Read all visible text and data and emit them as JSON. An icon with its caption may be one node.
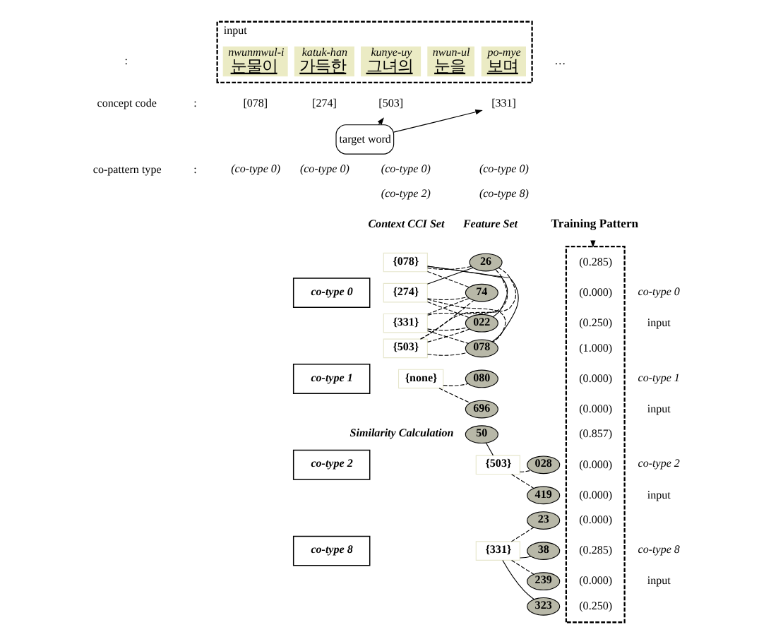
{
  "diagram": {
    "nodes": [
      {
        "text": [
          "input"
        ]
      },
      {
        "text": [
          "nwunmwul-i",
          "눈물이"
        ],
        "in": 0
      },
      {
        "text": [
          "katuk-han",
          "가득한"
        ],
        "in": 0
      },
      {
        "text": [
          "kunye-uy",
          "그녀의"
        ],
        "in": 0
      },
      {
        "text": [
          "nwun-ul",
          "눈을"
        ],
        "in": 0
      },
      {
        "text": [
          "po-mye",
          "보며"
        ],
        "in": 0
      },
      {
        "text": [
          "[078]"
        ]
      },
      {
        "text": [
          "[274]"
        ]
      },
      {
        "text": [
          "[503]"
        ]
      },
      {
        "text": [
          "target word"
        ]
      },
      {
        "text": [
          "[331]"
        ]
      },
      {
        "text": [
          "co-type 0"
        ]
      },
      {
        "text": [
          "{078}"
        ]
      },
      {
        "text": [
          "{274}"
        ]
      },
      {
        "text": [
          "{331}"
        ]
      },
      {
        "text": [
          "{503}"
        ]
      },
      {
        "text": [
          "co-type 1"
        ]
      },
      {
        "text": [
          "{none}"
        ]
      },
      {
        "text": [
          "co-type 2"
        ]
      },
      {
        "text": [
          "{503}"
        ]
      },
      {
        "text": [
          "co-type 8"
        ]
      },
      {
        "text": [
          "{331}"
        ]
      },
      {
        "text": [
          "26"
        ]
      },
      {
        "text": [
          "74"
        ]
      },
      {
        "text": [
          "022"
        ]
      },
      {
        "text": [
          "078"
        ]
      },
      {
        "text": [
          "080"
        ]
      },
      {
        "text": [
          "696"
        ]
      },
      {
        "text": [
          "50"
        ]
      },
      {
        "text": [
          "028"
        ]
      },
      {
        "text": [
          "419"
        ]
      },
      {
        "text": [
          "23"
        ]
      },
      {
        "text": [
          "38"
        ]
      },
      {
        "text": [
          "239"
        ]
      },
      {
        "text": [
          "323"
        ]
      },
      {
        "text": [
          "Training Pattern"
        ]
      },
      {
        "text": [],
        "shape": "box"
      },
      {
        "text": [
          "(0.285)"
        ],
        "in": 36
      },
      {
        "text": [
          "(0.000)"
        ],
        "in": 36
      },
      {
        "text": [
          "(0.250)"
        ],
        "in": 36
      },
      {
        "text": [
          "(1.000)"
        ],
        "in": 36
      },
      {
        "text": [
          "(0.000)"
        ],
        "in": 36
      },
      {
        "text": [
          "(0.000)"
        ],
        "in": 36
      },
      {
        "text": [
          "(0.857)"
        ],
        "in": 36
      },
      {
        "text": [
          "(0.000)"
        ],
        "in": 36
      },
      {
        "text": [
          "(0.000)"
        ],
        "in": 36
      },
      {
        "text": [
          "(0.000)"
        ],
        "in": 36
      },
      {
        "text": [
          "(0.285)"
        ],
        "in": 36
      },
      {
        "text": [
          "(0.000)"
        ],
        "in": 36
      },
      {
        "text": [
          "(0.250)"
        ],
        "in": 36
      }
    ],
    "edges": [
      {
        "from": 9,
        "to": 8,
        "arrow": "to"
      },
      {
        "from": 9,
        "to": 10,
        "arrow": "to"
      },
      {
        "from": 35,
        "to": 36,
        "arrow": "to"
      },
      {
        "from": 12,
        "to": 22,
        "arrow": "none",
        "style": "dashed"
      },
      {
        "from": 12,
        "to": 23,
        "arrow": "none",
        "style": "dashed"
      },
      {
        "from": 12,
        "to": 24,
        "arrow": "none"
      },
      {
        "from": 12,
        "to": 25,
        "arrow": "none"
      },
      {
        "from": 13,
        "to": 22,
        "arrow": "none"
      },
      {
        "from": 13,
        "to": 23,
        "arrow": "none",
        "style": "dashed"
      },
      {
        "from": 13,
        "to": 24,
        "arrow": "none",
        "style": "dashed"
      },
      {
        "from": 13,
        "to": 25,
        "arrow": "none",
        "style": "dashed"
      },
      {
        "from": 14,
        "to": 22,
        "arrow": "none",
        "style": "dashed"
      },
      {
        "from": 14,
        "to": 23,
        "arrow": "none",
        "style": "dashed"
      },
      {
        "from": 14,
        "to": 24,
        "arrow": "none",
        "style": "dashed"
      },
      {
        "from": 14,
        "to": 25,
        "arrow": "none",
        "style": "dashed"
      },
      {
        "from": 15,
        "to": 22,
        "arrow": "none",
        "style": "dashed"
      },
      {
        "from": 15,
        "to": 23,
        "arrow": "none",
        "style": "dashed"
      },
      {
        "from": 15,
        "to": 24,
        "arrow": "none",
        "style": "dashed"
      },
      {
        "from": 15,
        "to": 25,
        "arrow": "none",
        "style": "dashed"
      },
      {
        "from": 17,
        "to": 26,
        "arrow": "none",
        "style": "dashed"
      },
      {
        "from": 17,
        "to": 27,
        "arrow": "none",
        "style": "dashed"
      },
      {
        "from": 19,
        "to": 28,
        "arrow": "none"
      },
      {
        "from": 19,
        "to": 29,
        "arrow": "none",
        "style": "dashed"
      },
      {
        "from": 19,
        "to": 30,
        "arrow": "none",
        "style": "dashed"
      },
      {
        "from": 21,
        "to": 31,
        "arrow": "none",
        "style": "dashed"
      },
      {
        "from": 21,
        "to": 32,
        "arrow": "none"
      },
      {
        "from": 21,
        "to": 33,
        "arrow": "none",
        "style": "dashed"
      },
      {
        "from": 21,
        "to": 34,
        "arrow": "none"
      }
    ],
    "labels": [
      ":",
      "…",
      "concept code",
      ":",
      "co-pattern type",
      ":",
      "(co-type 0)",
      "(co-type 0)",
      "(co-type 0)",
      "(co-type 2)",
      "(co-type 0)",
      "(co-type 8)",
      "Context CCI Set",
      "Feature Set",
      "Similarity Calculation",
      "co-type 0",
      "input",
      "co-type 1",
      "input",
      "co-type 2",
      "input",
      "co-type 8",
      "input"
    ]
  }
}
